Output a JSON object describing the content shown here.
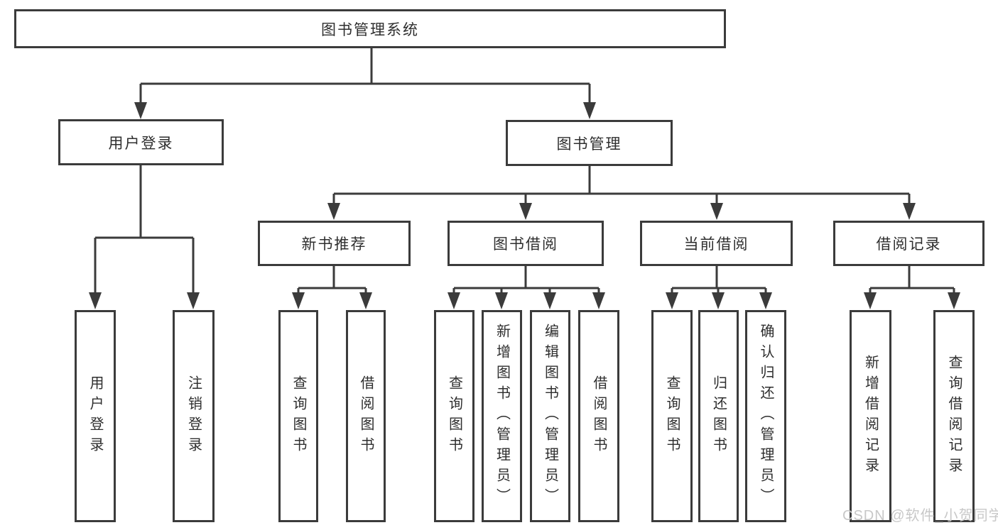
{
  "tree": {
    "root": {
      "label": "图书管理系统"
    },
    "user_login": {
      "label": "用户登录",
      "children": [
        {
          "label": "用户登录"
        },
        {
          "label": "注销登录"
        }
      ]
    },
    "book_management": {
      "label": "图书管理",
      "sections": [
        {
          "label": "新书推荐",
          "children": [
            {
              "label": "查询图书"
            },
            {
              "label": "借阅图书"
            }
          ]
        },
        {
          "label": "图书借阅",
          "children": [
            {
              "label": "查询图书"
            },
            {
              "label": "新增图书（管理员）"
            },
            {
              "label": "编辑图书（管理员）"
            },
            {
              "label": "借阅图书"
            }
          ]
        },
        {
          "label": "当前借阅",
          "children": [
            {
              "label": "查询图书"
            },
            {
              "label": "归还图书"
            },
            {
              "label": "确认归还（管理员）"
            }
          ]
        },
        {
          "label": "借阅记录",
          "children": [
            {
              "label": "新增借阅记录"
            },
            {
              "label": "查询借阅记录"
            }
          ]
        }
      ]
    }
  },
  "watermark": {
    "text": "CSDN @软件_小贺同学",
    "color": "#c8c8c8"
  },
  "colors": {
    "line": "#3b3b3b",
    "box_border": "#3b3b3b",
    "text": "#2e2e2e",
    "background": "#ffffff"
  }
}
